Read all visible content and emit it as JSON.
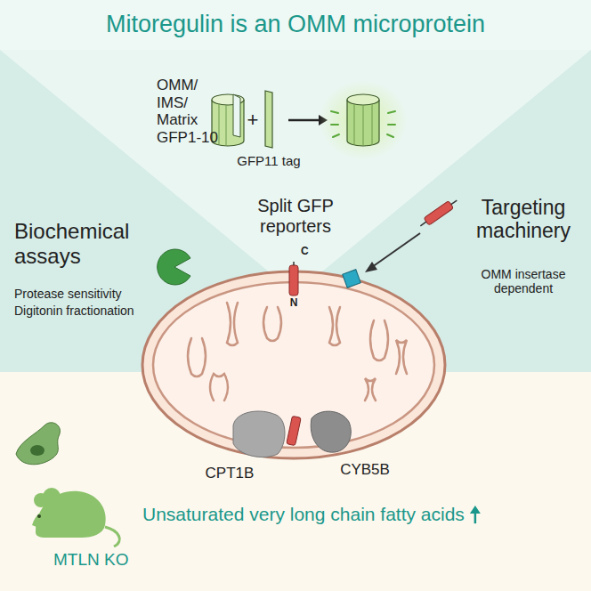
{
  "diagram": {
    "title": "Mitoregulin is an OMM microprotein",
    "labels": [
      "OMM/ IMS/ Matrix GFP1-10",
      "+",
      "GFP11 tag",
      "Biochemical assays",
      "Protease sensitivity",
      "Digitonin fractionation",
      "Split GFP reporters",
      "Targeting machinery",
      "C",
      "N",
      "OMM insertase dependent",
      "CPT1B",
      "CYB5B",
      "MTLN KO",
      "Unsaturated very long chain fatty acids"
    ]
  }
}
